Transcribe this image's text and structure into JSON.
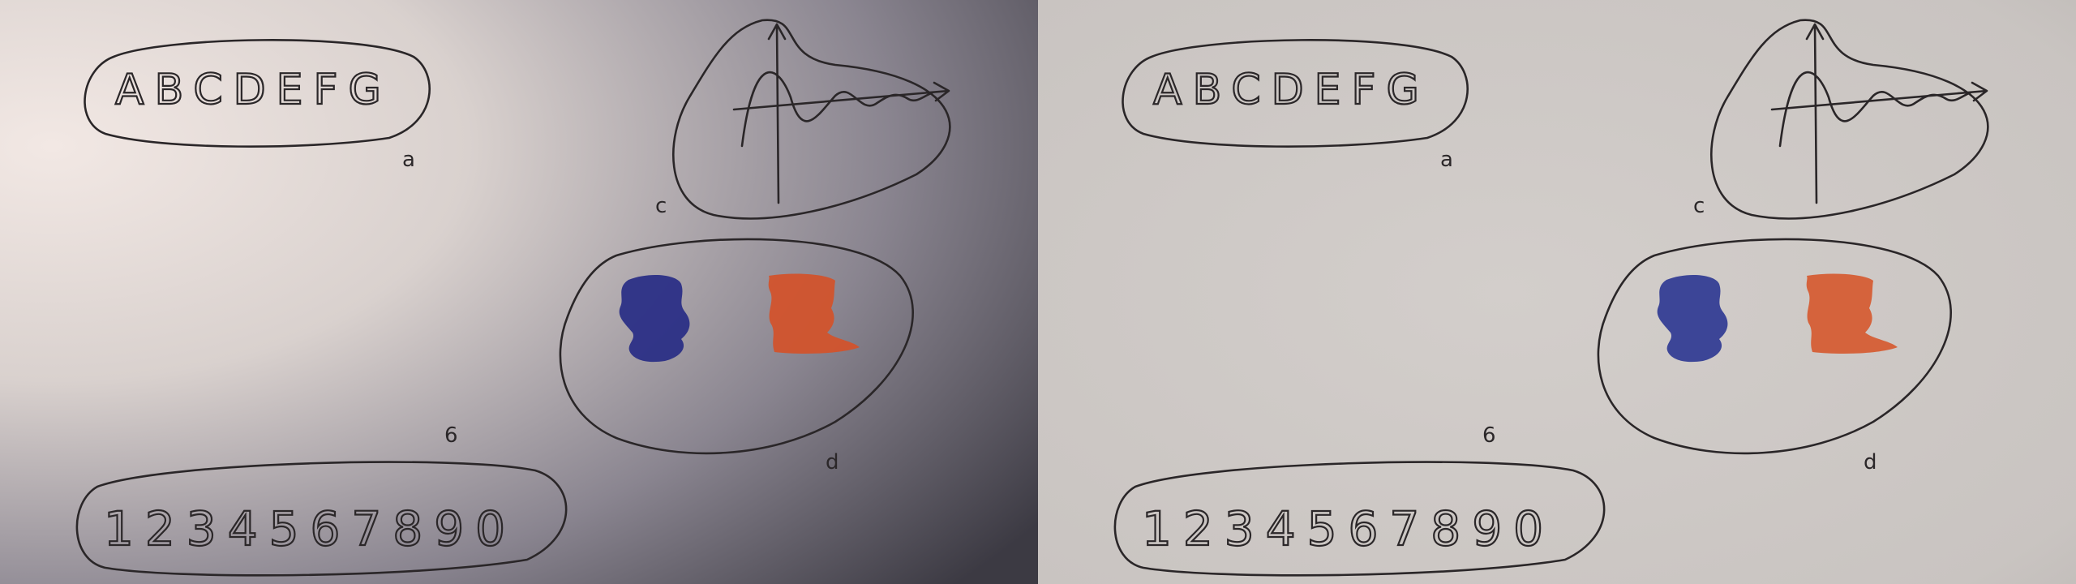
{
  "panels": [
    {
      "id": "left",
      "lighting": "uneven",
      "colors": {
        "bg_light": "#ece3df",
        "bg_dark": "#3d3b44"
      }
    },
    {
      "id": "right",
      "lighting": "even",
      "colors": {
        "bg_light": "#d2cdca",
        "bg_dark": "#b7b2af"
      }
    }
  ],
  "sketch": {
    "letters": "ABCDEFG",
    "label_a": "a",
    "numbers": "1234567890",
    "label_b": "6",
    "graph_label": "c",
    "swatch_label": "d",
    "swatch_colors": {
      "blue": "#2b2f86",
      "orange": "#d2532c"
    }
  }
}
